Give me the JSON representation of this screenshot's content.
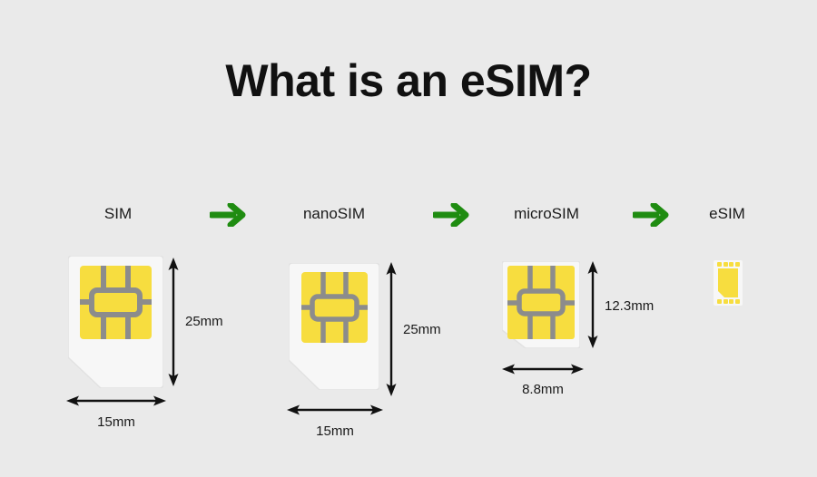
{
  "background_color": "#eaeaea",
  "title": "What is an eSIM?",
  "colors": {
    "background": "#eaeaea",
    "title_text": "#111111",
    "arrow_green": "#1f8c11",
    "card_white": "#f7f7f7",
    "chip_yellow": "#f7dd3f",
    "chip_contact_gray": "#8c8c8c",
    "dimension_black": "#111111",
    "label_text": "#1a1a1a"
  },
  "flow": {
    "steps": [
      {
        "label": "SIM"
      },
      {
        "label": "nanoSIM"
      },
      {
        "label": "microSIM"
      },
      {
        "label": "eSIM"
      }
    ],
    "arrow_icon": "arrow-right-icon",
    "arrow_count": 3
  },
  "cards": [
    {
      "name": "sim",
      "label": "SIM",
      "type": "full-size-sim",
      "height_label": "25mm",
      "width_label": "15mm"
    },
    {
      "name": "nanosim",
      "label": "nanoSIM",
      "type": "full-size-sim",
      "height_label": "25mm",
      "width_label": "15mm"
    },
    {
      "name": "microsim",
      "label": "microSIM",
      "type": "micro-sim",
      "height_label": "12.3mm",
      "width_label": "8.8mm"
    },
    {
      "name": "esim",
      "label": "eSIM",
      "type": "embedded-chip",
      "height_label": "",
      "width_label": ""
    }
  ],
  "dimensions": {
    "sim_height": "25mm",
    "sim_width": "15mm",
    "nanosim_height": "25mm",
    "nanosim_width": "15mm",
    "microsim_height": "12.3mm",
    "microsim_width": "8.8mm"
  }
}
